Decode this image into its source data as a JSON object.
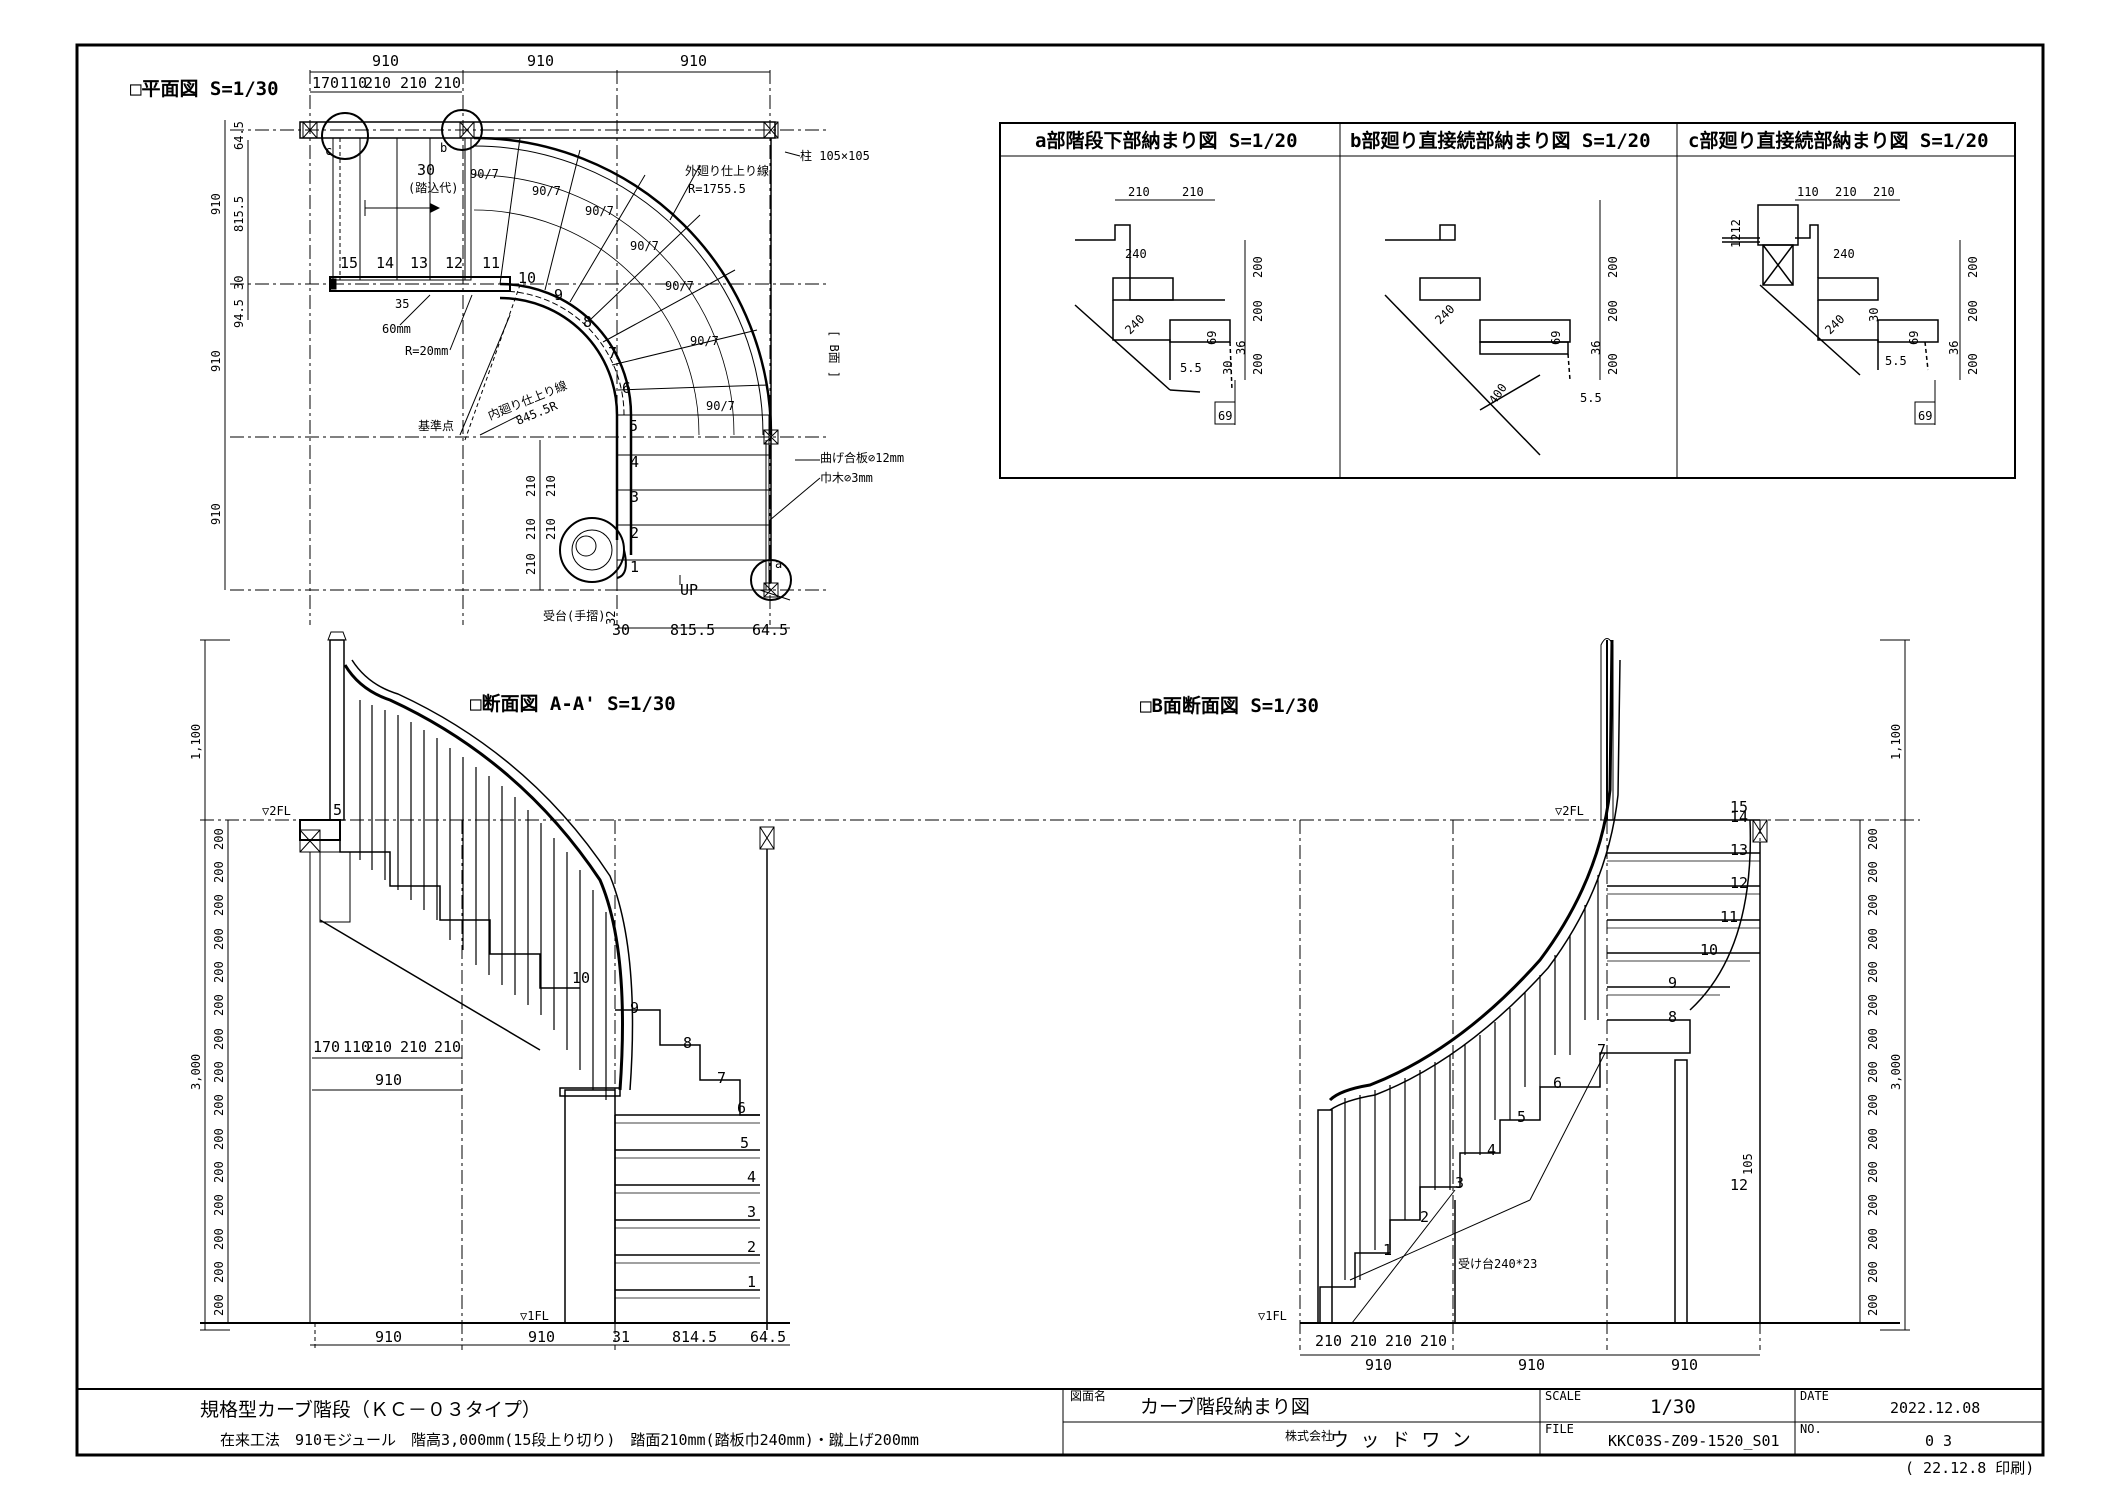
{
  "titles": {
    "plan": "□平面図 S=1/30",
    "section_aa": "□断面図 A-A' S=1/30",
    "section_b": "□B面断面図 S=1/30",
    "detail_a": "a部階段下部納まり図 S=1/20",
    "detail_b": "b部廻り直接続部納まり図 S=1/20",
    "detail_c": "c部廻り直接続部納まり図 S=1/20"
  },
  "plan": {
    "top_dims": [
      "910",
      "910",
      "910"
    ],
    "sub_dims": [
      "170",
      "110",
      "210",
      "210",
      "210"
    ],
    "left_dims": [
      "64.5",
      "910",
      "815.5",
      "30",
      "94.5",
      "910",
      "910"
    ],
    "bottom_dims": [
      "30",
      "815.5",
      "64.5"
    ],
    "steps": [
      "1",
      "2",
      "3",
      "4",
      "5",
      "6",
      "7",
      "8",
      "9",
      "10",
      "11",
      "12",
      "13",
      "14",
      "15"
    ],
    "winder_label": "90/7",
    "step30": "30",
    "step30_sub": "(踏込代)",
    "dim_35": "35",
    "rise_dims": [
      "210",
      "210",
      "210",
      "210",
      "210"
    ],
    "post_label": "柱 105×105",
    "outer_line": "外廻り仕上り線",
    "outer_r": "R=1755.5",
    "inner_line": "内廻り仕上り線",
    "inner_r": "845.5R",
    "base_point": "基準点",
    "handrail_60": "60mm",
    "r20": "R=20mm",
    "plywood": "曲げ合板⊘12mm",
    "veneer": "巾木⊘3mm",
    "up": "UP",
    "receiver": "受台(手摺)",
    "receiver_dim": "32",
    "b_face": "[ B面 ]",
    "mark_a": "a",
    "mark_b": "b",
    "mark_c": "c"
  },
  "section_aa": {
    "height_total": "3,000",
    "height_rail": "1,100",
    "riser_dims": [
      "200",
      "200",
      "200",
      "200",
      "200",
      "200",
      "200",
      "200",
      "200",
      "200",
      "200",
      "200",
      "200",
      "200",
      "200"
    ],
    "fl2": "▽2FL",
    "fl1": "▽1FL",
    "bottom_dims": [
      "910",
      "910",
      "31",
      "814.5",
      "64.5"
    ],
    "inner_dims": [
      "170",
      "110",
      "210",
      "210",
      "210"
    ],
    "inner_910": "910",
    "steps": [
      "1",
      "2",
      "3",
      "4",
      "5",
      "6",
      "7",
      "8",
      "9",
      "10",
      "5"
    ]
  },
  "section_b": {
    "height_total": "3,000",
    "height_rail": "1,100",
    "riser_dims": [
      "200",
      "200",
      "200",
      "200",
      "200",
      "200",
      "200",
      "200",
      "200",
      "200",
      "200",
      "200",
      "200",
      "200",
      "200"
    ],
    "fl2": "▽2FL",
    "fl1": "▽1FL",
    "bottom_sub": [
      "210",
      "210",
      "210",
      "210"
    ],
    "bottom_dims": [
      "910",
      "910",
      "910"
    ],
    "steps": [
      "1",
      "2",
      "3",
      "4",
      "5",
      "6",
      "7",
      "8",
      "9",
      "10",
      "11",
      "12",
      "13",
      "14",
      "15"
    ],
    "receiver": "受け台240*23",
    "post_h": "105",
    "post_12": "12"
  },
  "details": {
    "a": {
      "tread": [
        "210",
        "210"
      ],
      "w240": "240",
      "d240": "240",
      "d69": "69",
      "risers": [
        "200",
        "200",
        "200"
      ],
      "d36": "36",
      "d30": "30",
      "d55": "5.5",
      "d69b": "69"
    },
    "b": {
      "w240": "240",
      "d69": "69",
      "d400": "400",
      "risers": [
        "200",
        "200",
        "200"
      ],
      "d36": "36",
      "d55": "5.5"
    },
    "c": {
      "top": [
        "110",
        "210",
        "210"
      ],
      "d1212": "1212",
      "w240": "240",
      "d240": "240",
      "d69": "69",
      "d30": "30",
      "d55": "5.5",
      "risers": [
        "200",
        "200",
        "200"
      ],
      "d36": "36",
      "d69b": "69"
    }
  },
  "title_block": {
    "line1": "規格型カーブ階段（ＫＣ－０３タイプ）",
    "line2": "在来工法　910モジュール　階高3,000mm(15段上り切り)　踏面210mm(踏板巾240mm)・蹴上げ200mm",
    "drawing_name_label": "図面名",
    "drawing_name": "カーブ階段納まり図",
    "company_label": "株式会社",
    "company": "ウ ッ ド ワ ン",
    "scale_label": "SCALE",
    "scale": "1/30",
    "file_label": "FILE",
    "file": "KKC03S-Z09-1520_S01",
    "date_label": "DATE",
    "date": "2022.12.08",
    "no_label": "NO.",
    "no": "0 3",
    "printed": "( 22.12.8  印刷)"
  }
}
